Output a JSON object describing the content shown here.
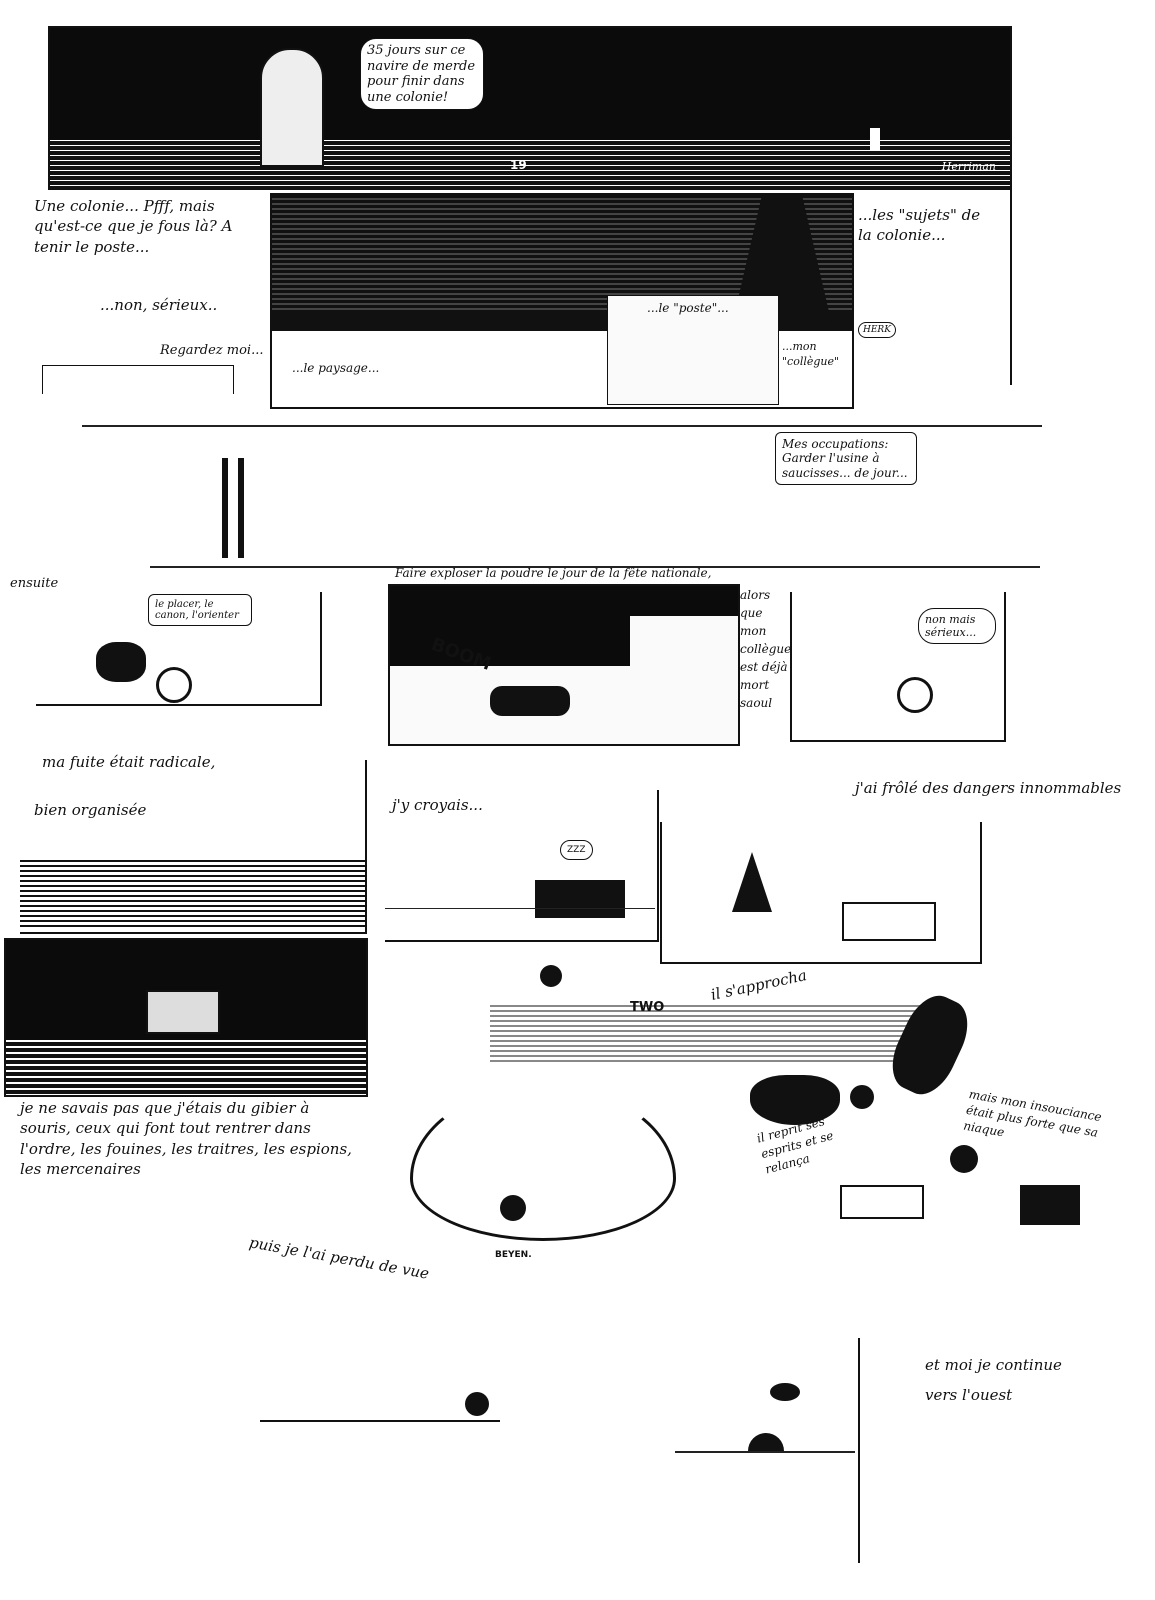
{
  "strip_top": {
    "speech": "35 jours sur ce navire de merde pour finir dans une colonie!",
    "number": "19",
    "signature": "Herriman"
  },
  "row2": {
    "intro": "Une colonie... Pfff, mais qu'est-ce que je fous là? A tenir le poste...",
    "serieux": "...non, sérieux..",
    "regardez": "Regardez moi...",
    "paysage": "...le paysage...",
    "poste": "...le \"poste\"...",
    "collegue": "...mon \"collègue\"",
    "sujets": "...les \"sujets\" de la colonie...",
    "herk": "HERK"
  },
  "row3": {
    "occupations": "Mes occupations: Garder l'usine à saucisses... de jour..."
  },
  "row4": {
    "ensuite": "ensuite",
    "placer": "le placer, le canon, l'orienter",
    "exploser": "Faire exploser la poudre le jour de la fête nationale,",
    "boom": "BOOM",
    "alors": "alors que mon collègue est déjà mort saoul",
    "non_mais": "non mais sérieux..."
  },
  "row5": {
    "fuite": "ma fuite était radicale,",
    "organisee": "bien organisée",
    "croyais": "j'y croyais...",
    "zzz": "ZZZ",
    "dangers": "j'ai frôlé des dangers innommables"
  },
  "row6": {
    "approcha": "il s'approcha",
    "two": "TWO",
    "gibier": "je ne savais pas que j'étais du gibier à souris, ceux qui font tout rentrer dans l'ordre, les fouines, les traitres, les espions, les mercenaires",
    "reprit": "il reprit ses esprits et se relança",
    "insouciance": "mais mon insouciance était plus forte que sa niaque",
    "signature": "BEYEN."
  },
  "row7": {
    "perdu": "puis je l'ai perdu de vue",
    "ouest": "et moi je continue vers l'ouest"
  }
}
